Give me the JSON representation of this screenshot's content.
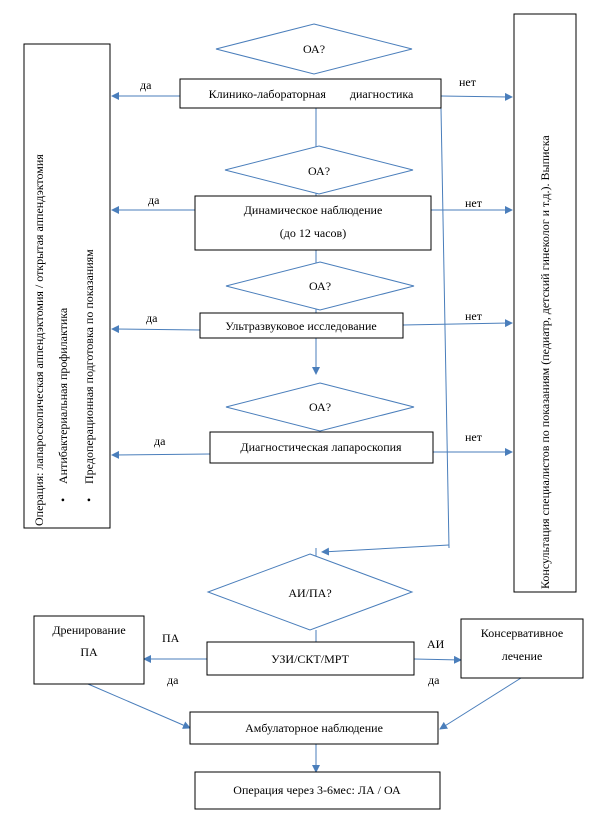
{
  "diamonds": {
    "oa1": "ОА?",
    "oa2": "ОА?",
    "oa3": "ОА?",
    "oa4": "ОА?",
    "aipa": "АИ/ПА?"
  },
  "boxes": {
    "clinical": "Клинико-лабораторная        диагностика",
    "dynamic_line1": "Динамическое наблюдение",
    "dynamic_line2": "(до 12 часов)",
    "ultrasound": "Ультразвуковое исследование",
    "laparoscopy": "Диагностическая лапароскопия",
    "uzi_skt_mrt": "УЗИ/СКТ/МРТ",
    "drainage_line1": "Дренирование",
    "drainage_line2": "ПА",
    "conservative_line1": "Консервативное",
    "conservative_line2": "лечение",
    "outpatient": "Амбулаторное наблюдение",
    "operation": "Операция через 3-6мес: ЛА / ОА"
  },
  "left_panel": {
    "line1": "Операция: лапароскопическая  аппендэктомия / открытая аппендэктомия",
    "bullet1": "Антибактериальная профилактика",
    "bullet2": "Предоперационная подготовка по показаниям"
  },
  "right_panel": {
    "text": "Консультация  специалистов по показаниям (педиатр, детский гинеколог и т.д.). Выписка"
  },
  "edge_labels": {
    "yes1": "да",
    "no1": "нет",
    "yes2": "да",
    "no2": "нет",
    "yes3": "да",
    "no3": "нет",
    "yes4": "да",
    "no4": "нет",
    "pa": "ПА",
    "ai": "АИ",
    "yes_left": "да",
    "yes_right": "да"
  },
  "bullet_symbol": "•"
}
